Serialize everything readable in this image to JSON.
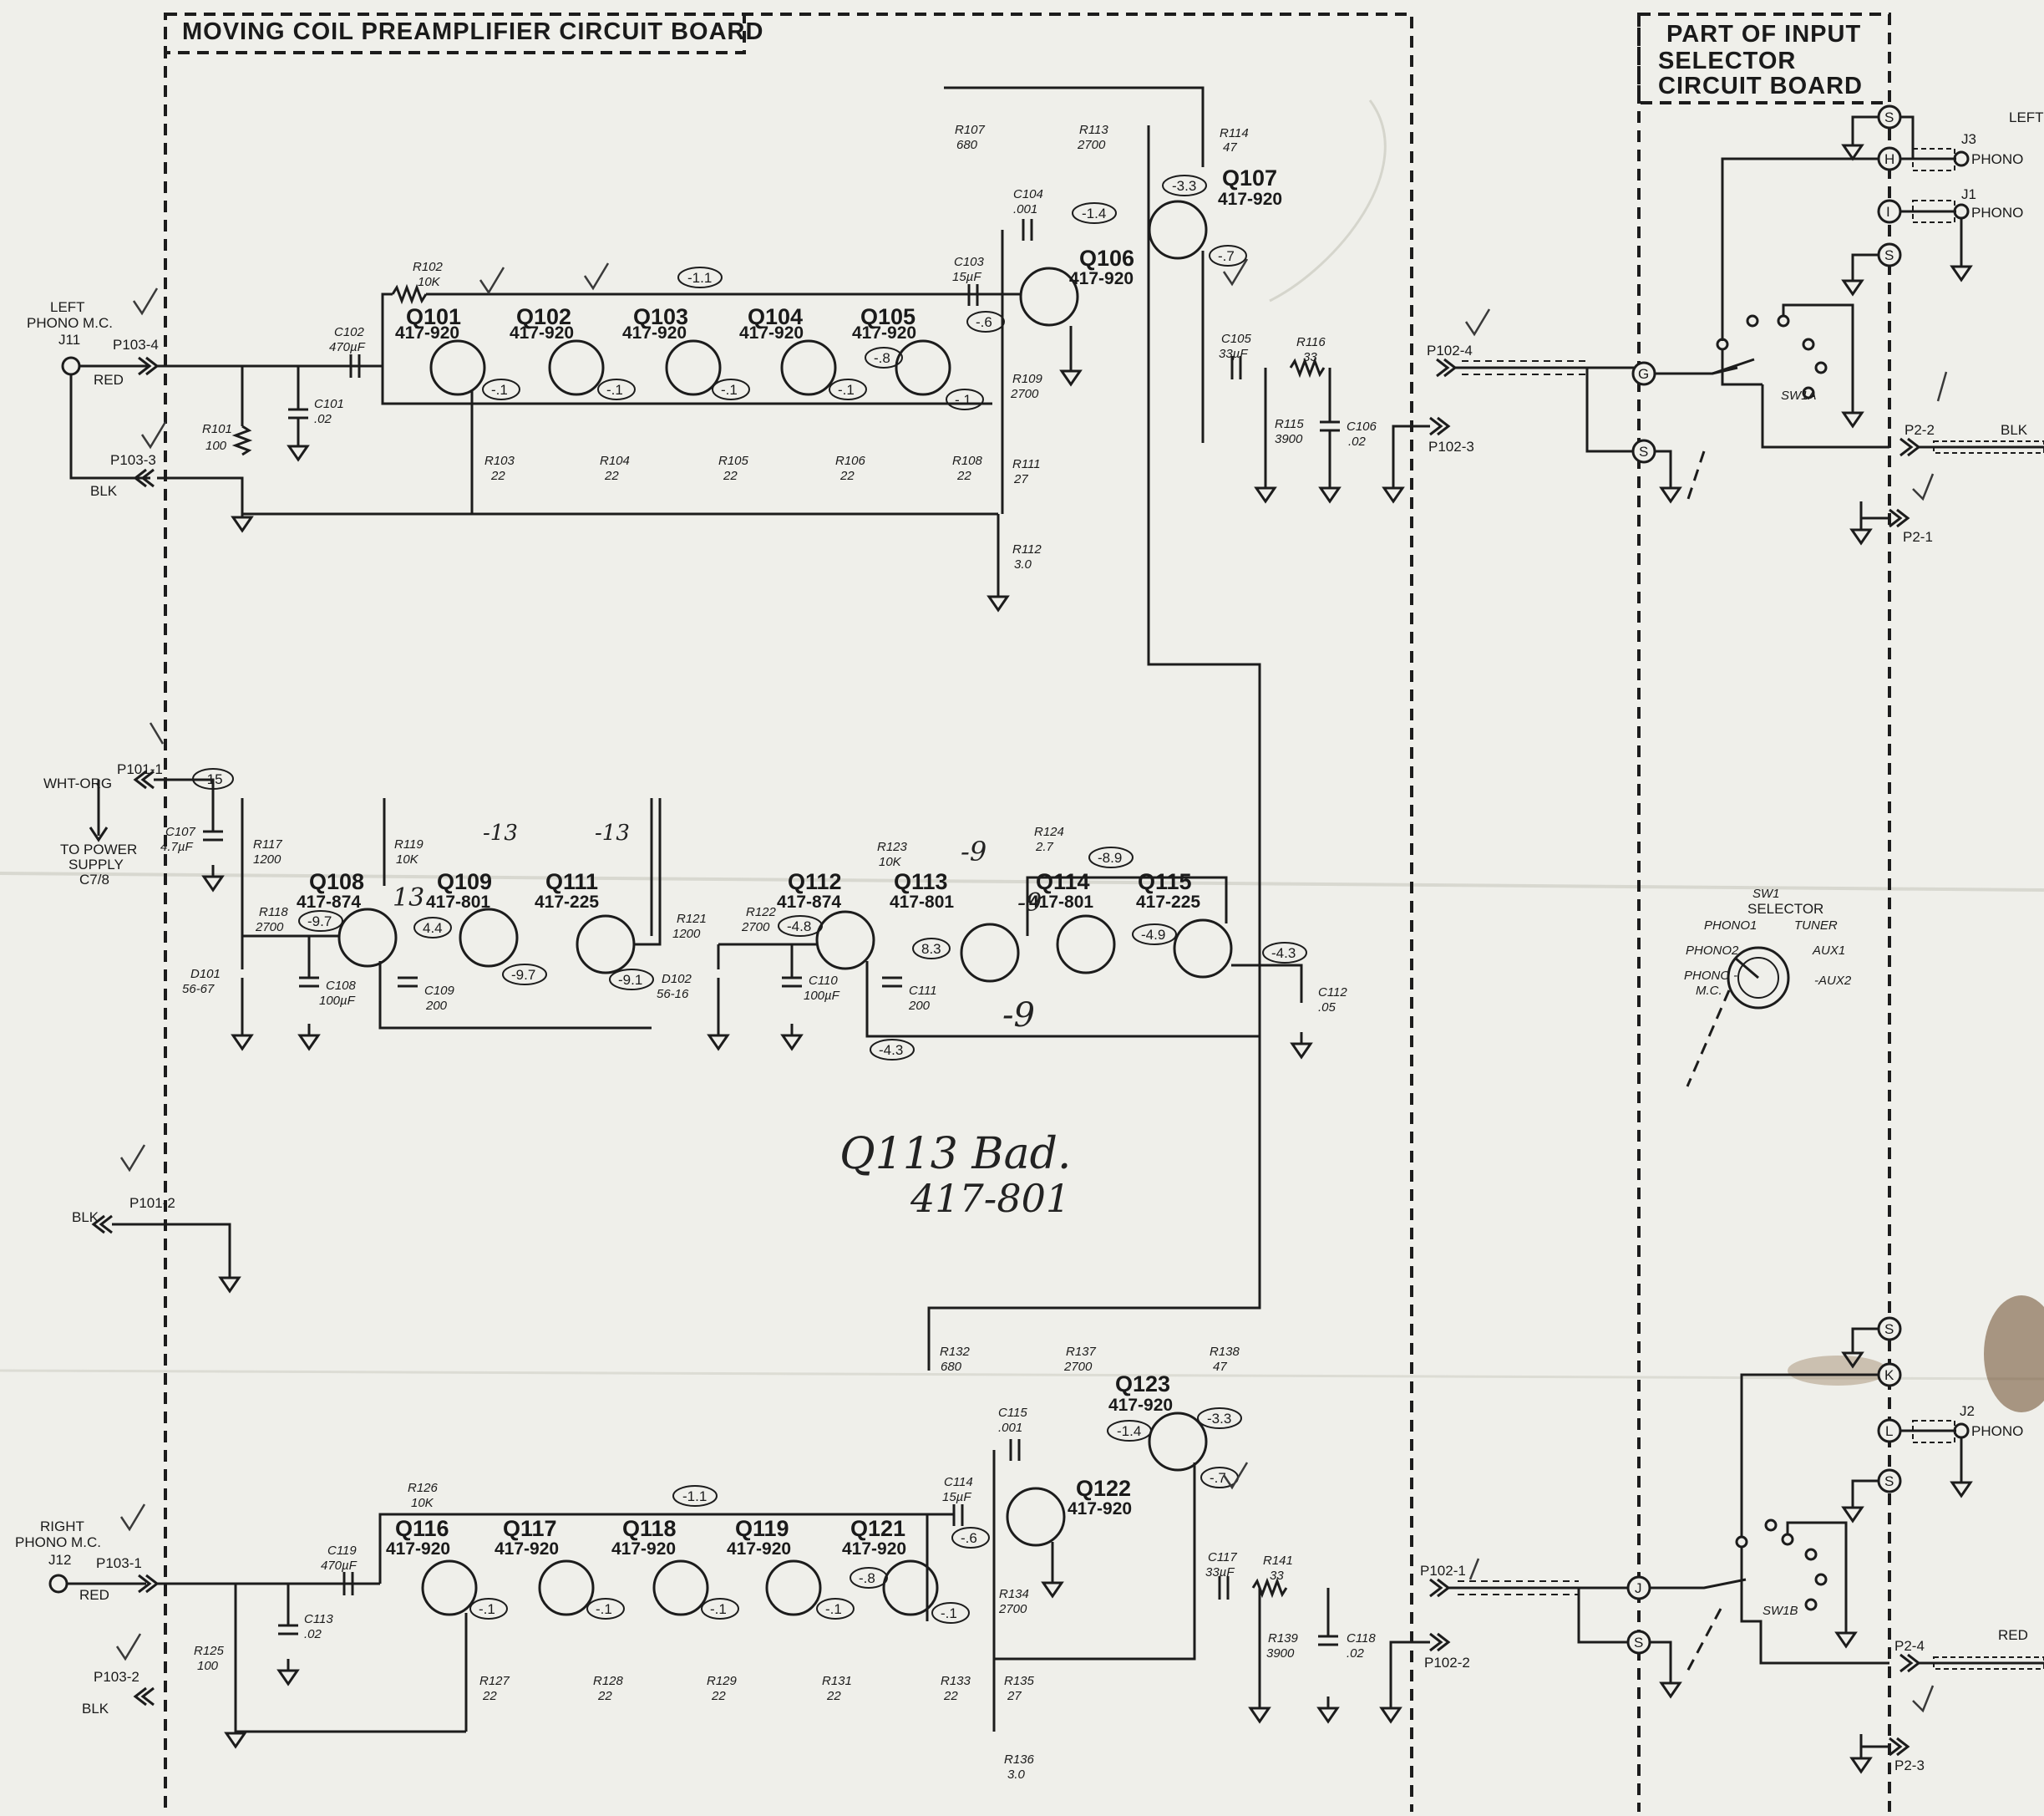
{
  "boards": {
    "preamp": "MOVING COIL PREAMPLIFIER CIRCUIT BOARD",
    "selector": [
      "PART OF  INPUT",
      "SELECTOR",
      "CIRCUIT BOARD"
    ]
  },
  "inputs": {
    "left": [
      "LEFT",
      "PHONO M.C."
    ],
    "left_jack": "J11",
    "right": [
      "RIGHT",
      "PHONO M.C."
    ],
    "right_jack": "J12",
    "red": "RED",
    "blk": "BLK",
    "wht_org": "WHT-ORG",
    "power": [
      "TO POWER",
      "SUPPLY",
      "C7/8"
    ]
  },
  "connectors": {
    "p103_4": "P103-4",
    "p103_3": "P103-3",
    "p103_1": "P103-1",
    "p103_2": "P103-2",
    "p101_1": "P101-1",
    "p101_2": "P101-2",
    "p102_4": "P102-4",
    "p102_3": "P102-3",
    "p102_1": "P102-1",
    "p102_2": "P102-2",
    "p2_2": "P2-2",
    "p2_1": "P2-1",
    "p2_4": "P2-4",
    "p2_3": "P2-3",
    "j3": "J3",
    "j1": "J1",
    "j2": "J2",
    "phono": "PHONO",
    "right_left": "LEFT",
    "right_blk": "BLK",
    "right_red": "RED"
  },
  "transistors": {
    "q101": [
      "Q101",
      "417-920"
    ],
    "q102": [
      "Q102",
      "417-920"
    ],
    "q103": [
      "Q103",
      "417-920"
    ],
    "q104": [
      "Q104",
      "417-920"
    ],
    "q105": [
      "Q105",
      "417-920"
    ],
    "q106": [
      "Q106",
      "417-920"
    ],
    "q107": [
      "Q107",
      "417-920"
    ],
    "q108": [
      "Q108",
      "417-874"
    ],
    "q109": [
      "Q109",
      "417-801"
    ],
    "q111": [
      "Q111",
      "417-225"
    ],
    "q112": [
      "Q112",
      "417-874"
    ],
    "q113": [
      "Q113",
      "417-801"
    ],
    "q114": [
      "Q114",
      "417-801"
    ],
    "q115": [
      "Q115",
      "417-225"
    ],
    "q116": [
      "Q116",
      "417-920"
    ],
    "q117": [
      "Q117",
      "417-920"
    ],
    "q118": [
      "Q118",
      "417-920"
    ],
    "q119": [
      "Q119",
      "417-920"
    ],
    "q121": [
      "Q121",
      "417-920"
    ],
    "q122": [
      "Q122",
      "417-920"
    ],
    "q123": [
      "Q123",
      "417-920"
    ]
  },
  "components": {
    "r102": [
      "R102",
      "10K"
    ],
    "c102": [
      "C102",
      "470µF"
    ],
    "c101": [
      "C101",
      ".02"
    ],
    "r101": [
      "R101",
      "100"
    ],
    "r103": [
      "R103",
      "22"
    ],
    "r104": [
      "R104",
      "22"
    ],
    "r105": [
      "R105",
      "22"
    ],
    "r106": [
      "R106",
      "22"
    ],
    "r108": [
      "R108",
      "22"
    ],
    "r107": [
      "R107",
      "680"
    ],
    "r113": [
      "R113",
      "2700"
    ],
    "r114": [
      "R114",
      "47"
    ],
    "c104": [
      "C104",
      ".001"
    ],
    "c103": [
      "C103",
      "15µF"
    ],
    "r109": [
      "R109",
      "2700"
    ],
    "r111": [
      "R111",
      "27"
    ],
    "r112": [
      "R112",
      "3.0"
    ],
    "c105": [
      "C105",
      "33µF"
    ],
    "r116": [
      "R116",
      "33"
    ],
    "r115": [
      "R115",
      "3900"
    ],
    "c106": [
      "C106",
      ".02"
    ],
    "c107": [
      "C107",
      "4.7µF"
    ],
    "r117": [
      "R117",
      "1200"
    ],
    "r119": [
      "R119",
      "10K"
    ],
    "r118": [
      "R118",
      "2700"
    ],
    "d101": [
      "D101",
      "56-67"
    ],
    "c108": [
      "C108",
      "100µF"
    ],
    "c109": [
      "C109",
      "200"
    ],
    "r121": [
      "R121",
      "1200"
    ],
    "r122": [
      "R122",
      "2700"
    ],
    "d102": [
      "D102",
      "56-16"
    ],
    "c110": [
      "C110",
      "100µF"
    ],
    "c111": [
      "C111",
      "200"
    ],
    "r123": [
      "R123",
      "10K"
    ],
    "r124": [
      "R124",
      "2.7"
    ],
    "c112": [
      "C112",
      ".05"
    ],
    "r126": [
      "R126",
      "10K"
    ],
    "c119": [
      "C119",
      "470µF"
    ],
    "c113": [
      "C113",
      ".02"
    ],
    "r125": [
      "R125",
      "100"
    ],
    "r127": [
      "R127",
      "22"
    ],
    "r128": [
      "R128",
      "22"
    ],
    "r129": [
      "R129",
      "22"
    ],
    "r131": [
      "R131",
      "22"
    ],
    "r133": [
      "R133",
      "22"
    ],
    "r132": [
      "R132",
      "680"
    ],
    "r137": [
      "R137",
      "2700"
    ],
    "r138": [
      "R138",
      "47"
    ],
    "c115": [
      "C115",
      ".001"
    ],
    "c114": [
      "C114",
      "15µF"
    ],
    "r134": [
      "R134",
      "2700"
    ],
    "r135": [
      "R135",
      "27"
    ],
    "r136": [
      "R136",
      "3.0"
    ],
    "c117": [
      "C117",
      "33µF"
    ],
    "r141": [
      "R141",
      "33"
    ],
    "r139": [
      "R139",
      "3900"
    ],
    "c118": [
      "C118",
      ".02"
    ]
  },
  "voltages": {
    "v_1": "-.1",
    "v_11": "-1.1",
    "v_8": "-.8",
    "v_6": "-.6",
    "v_14": "-1.4",
    "v_33": "-3.3",
    "v_7": "-.7",
    "v_15": "-15",
    "v_97": "-9.7",
    "v_44": "4.4",
    "v_91": "-9.1",
    "v_48": "-4.8",
    "v_83": "8.3",
    "v_89": "-8.9",
    "v_49": "-4.9",
    "v_43": "-4.3"
  },
  "switch": {
    "title": [
      "SW1",
      "SELECTOR"
    ],
    "phono1": "PHONO1",
    "tuner": "TUNER",
    "phono2": "PHONO2",
    "aux1": "AUX1",
    "phono_mc": [
      "PHONO -",
      "M.C."
    ],
    "aux2": "-AUX2",
    "swia": "SW1A",
    "swib": "SW1B"
  },
  "pins": {
    "s": "S",
    "h": "H",
    "i": "I",
    "g": "G",
    "k": "K",
    "l": "L",
    "j": "J"
  },
  "handwriting": {
    "note1": "Q113  Bad.",
    "note2": "417-801",
    "m9a": "-9",
    "m9b": "-9",
    "m9c": "-9",
    "m13a": "13",
    "m13b": "-13",
    "m13c": "-13"
  },
  "colors": {
    "paper": "#efefea",
    "ink": "#1c1c1c",
    "burn": "#6b4a2a"
  }
}
